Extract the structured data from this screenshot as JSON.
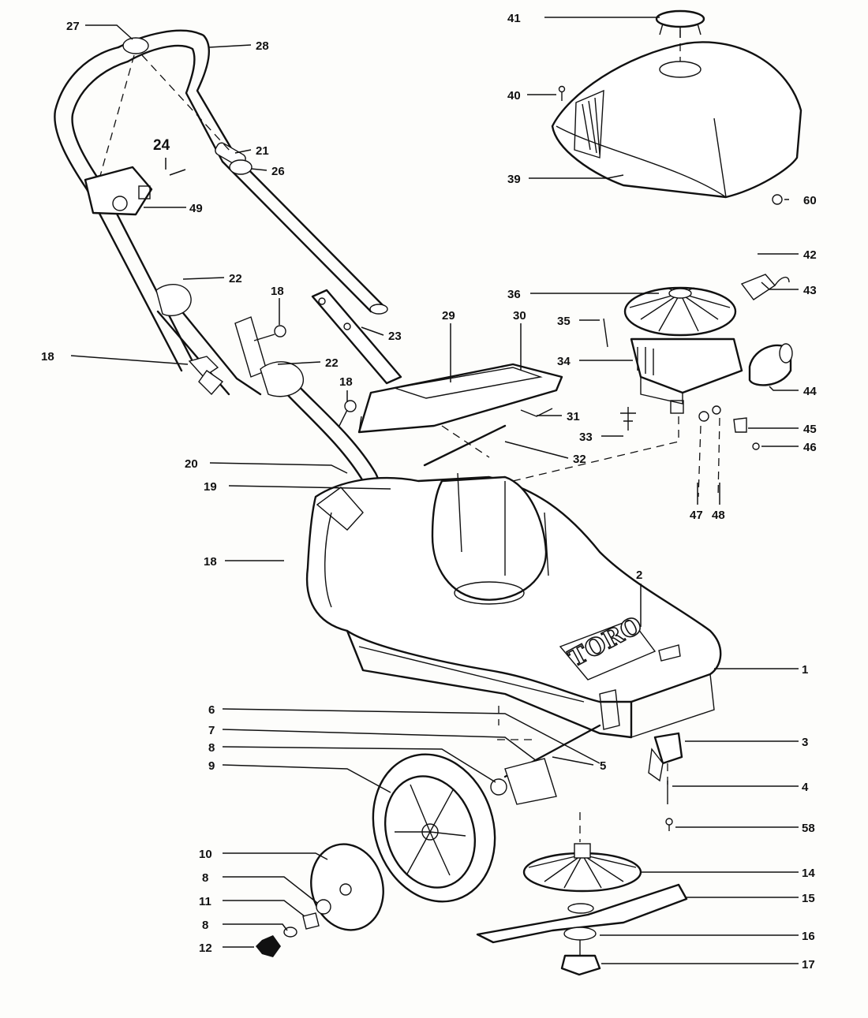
{
  "brand_logo": "TORO",
  "parts": [
    {
      "id": "p41",
      "number": "41"
    },
    {
      "id": "p40",
      "number": "40"
    },
    {
      "id": "p39",
      "number": "39"
    },
    {
      "id": "p60",
      "number": "60"
    },
    {
      "id": "p42",
      "number": "42"
    },
    {
      "id": "p43",
      "number": "43"
    },
    {
      "id": "p36",
      "number": "36"
    },
    {
      "id": "p35",
      "number": "35"
    },
    {
      "id": "p34",
      "number": "34"
    },
    {
      "id": "p44",
      "number": "44"
    },
    {
      "id": "p45",
      "number": "45"
    },
    {
      "id": "p46",
      "number": "46"
    },
    {
      "id": "p33",
      "number": "33"
    },
    {
      "id": "p47",
      "number": "47"
    },
    {
      "id": "p48",
      "number": "48"
    },
    {
      "id": "p27",
      "number": "27"
    },
    {
      "id": "p28",
      "number": "28"
    },
    {
      "id": "p24",
      "number": "24"
    },
    {
      "id": "p21",
      "number": "21"
    },
    {
      "id": "p26",
      "number": "26"
    },
    {
      "id": "p49",
      "number": "49"
    },
    {
      "id": "p22a",
      "number": "22"
    },
    {
      "id": "p18a",
      "number": "18"
    },
    {
      "id": "p23",
      "number": "23"
    },
    {
      "id": "p29",
      "number": "29"
    },
    {
      "id": "p30",
      "number": "30"
    },
    {
      "id": "p18b",
      "number": "18"
    },
    {
      "id": "p22b",
      "number": "22"
    },
    {
      "id": "p18c",
      "number": "18"
    },
    {
      "id": "p31",
      "number": "31"
    },
    {
      "id": "p32",
      "number": "32"
    },
    {
      "id": "p20",
      "number": "20"
    },
    {
      "id": "p19",
      "number": "19"
    },
    {
      "id": "p18d",
      "number": "18"
    },
    {
      "id": "p2",
      "number": "2"
    },
    {
      "id": "p1",
      "number": "1"
    },
    {
      "id": "p6",
      "number": "6"
    },
    {
      "id": "p7",
      "number": "7"
    },
    {
      "id": "p8a",
      "number": "8"
    },
    {
      "id": "p9",
      "number": "9"
    },
    {
      "id": "p5",
      "number": "5"
    },
    {
      "id": "p3",
      "number": "3"
    },
    {
      "id": "p4",
      "number": "4"
    },
    {
      "id": "p58",
      "number": "58"
    },
    {
      "id": "p10",
      "number": "10"
    },
    {
      "id": "p8b",
      "number": "8"
    },
    {
      "id": "p11",
      "number": "11"
    },
    {
      "id": "p8c",
      "number": "8"
    },
    {
      "id": "p12",
      "number": "12"
    },
    {
      "id": "p14",
      "number": "14"
    },
    {
      "id": "p15",
      "number": "15"
    },
    {
      "id": "p16",
      "number": "16"
    },
    {
      "id": "p17",
      "number": "17"
    }
  ]
}
